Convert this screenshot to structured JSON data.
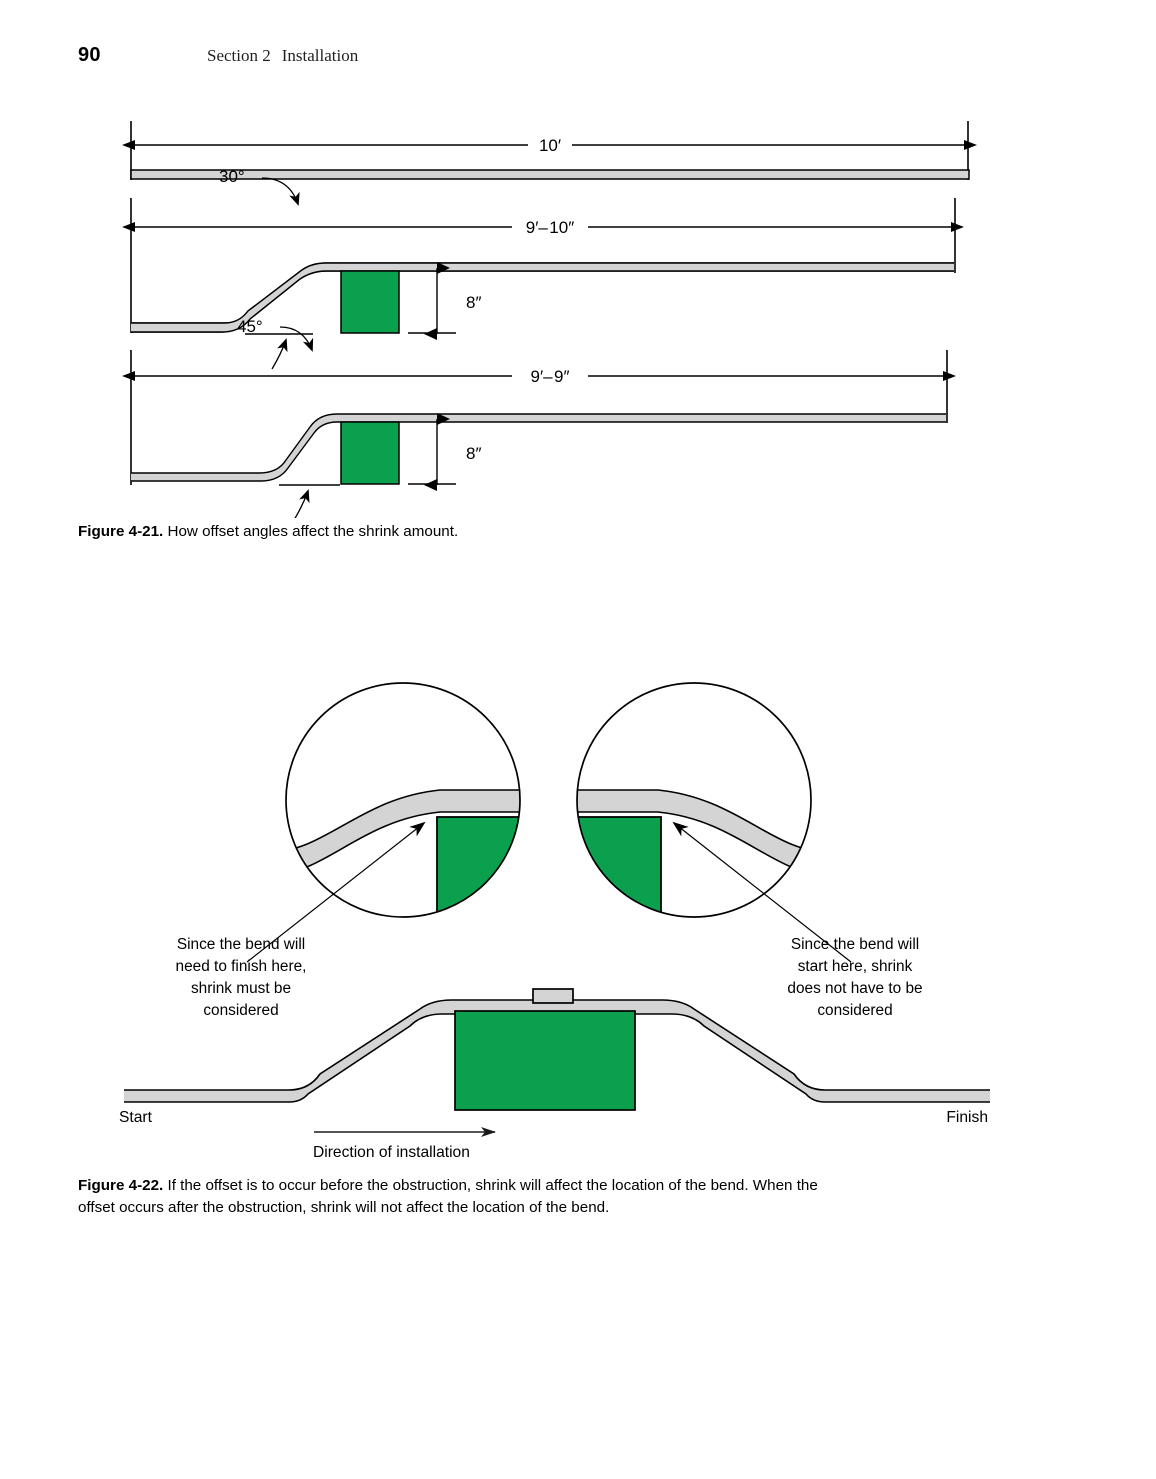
{
  "header": {
    "page_number": "90",
    "section_label": "Section 2",
    "section_title": "Installation"
  },
  "figure_421": {
    "caption_label": "Figure 4-21.",
    "caption_text": " How offset angles affect the shrink amount.",
    "rows": [
      {
        "name": "straight-conduit",
        "dimension": "10′",
        "angle": null,
        "height": null
      },
      {
        "name": "offset-30-degree",
        "dimension": "9′– 10″",
        "angle": "30°",
        "height": "8″"
      },
      {
        "name": "offset-45-degree",
        "dimension": "9′– 9″",
        "angle": "45°",
        "height": "8″"
      }
    ]
  },
  "figure_422": {
    "caption_label": "Figure 4-22.",
    "caption_line1": " If the offset is to occur before the obstruction, shrink will affect the location of the bend. When the",
    "caption_line2": "offset occurs after the obstruction, shrink will not affect the location of the bend.",
    "annotation_left": [
      "Since the bend will",
      "need to finish here,",
      "shrink must be",
      "considered"
    ],
    "annotation_right": [
      "Since the bend will",
      "start here, shrink",
      "does not have to be",
      "considered"
    ],
    "label_start": "Start",
    "label_finish": "Finish",
    "label_direction": "Direction of installation"
  },
  "colors": {
    "obstruction_green": "#0aa04e",
    "conduit_gray": "#d4d4d4",
    "outline_black": "#000000",
    "text_black": "#000000",
    "runhead_gray": "#231f20"
  }
}
